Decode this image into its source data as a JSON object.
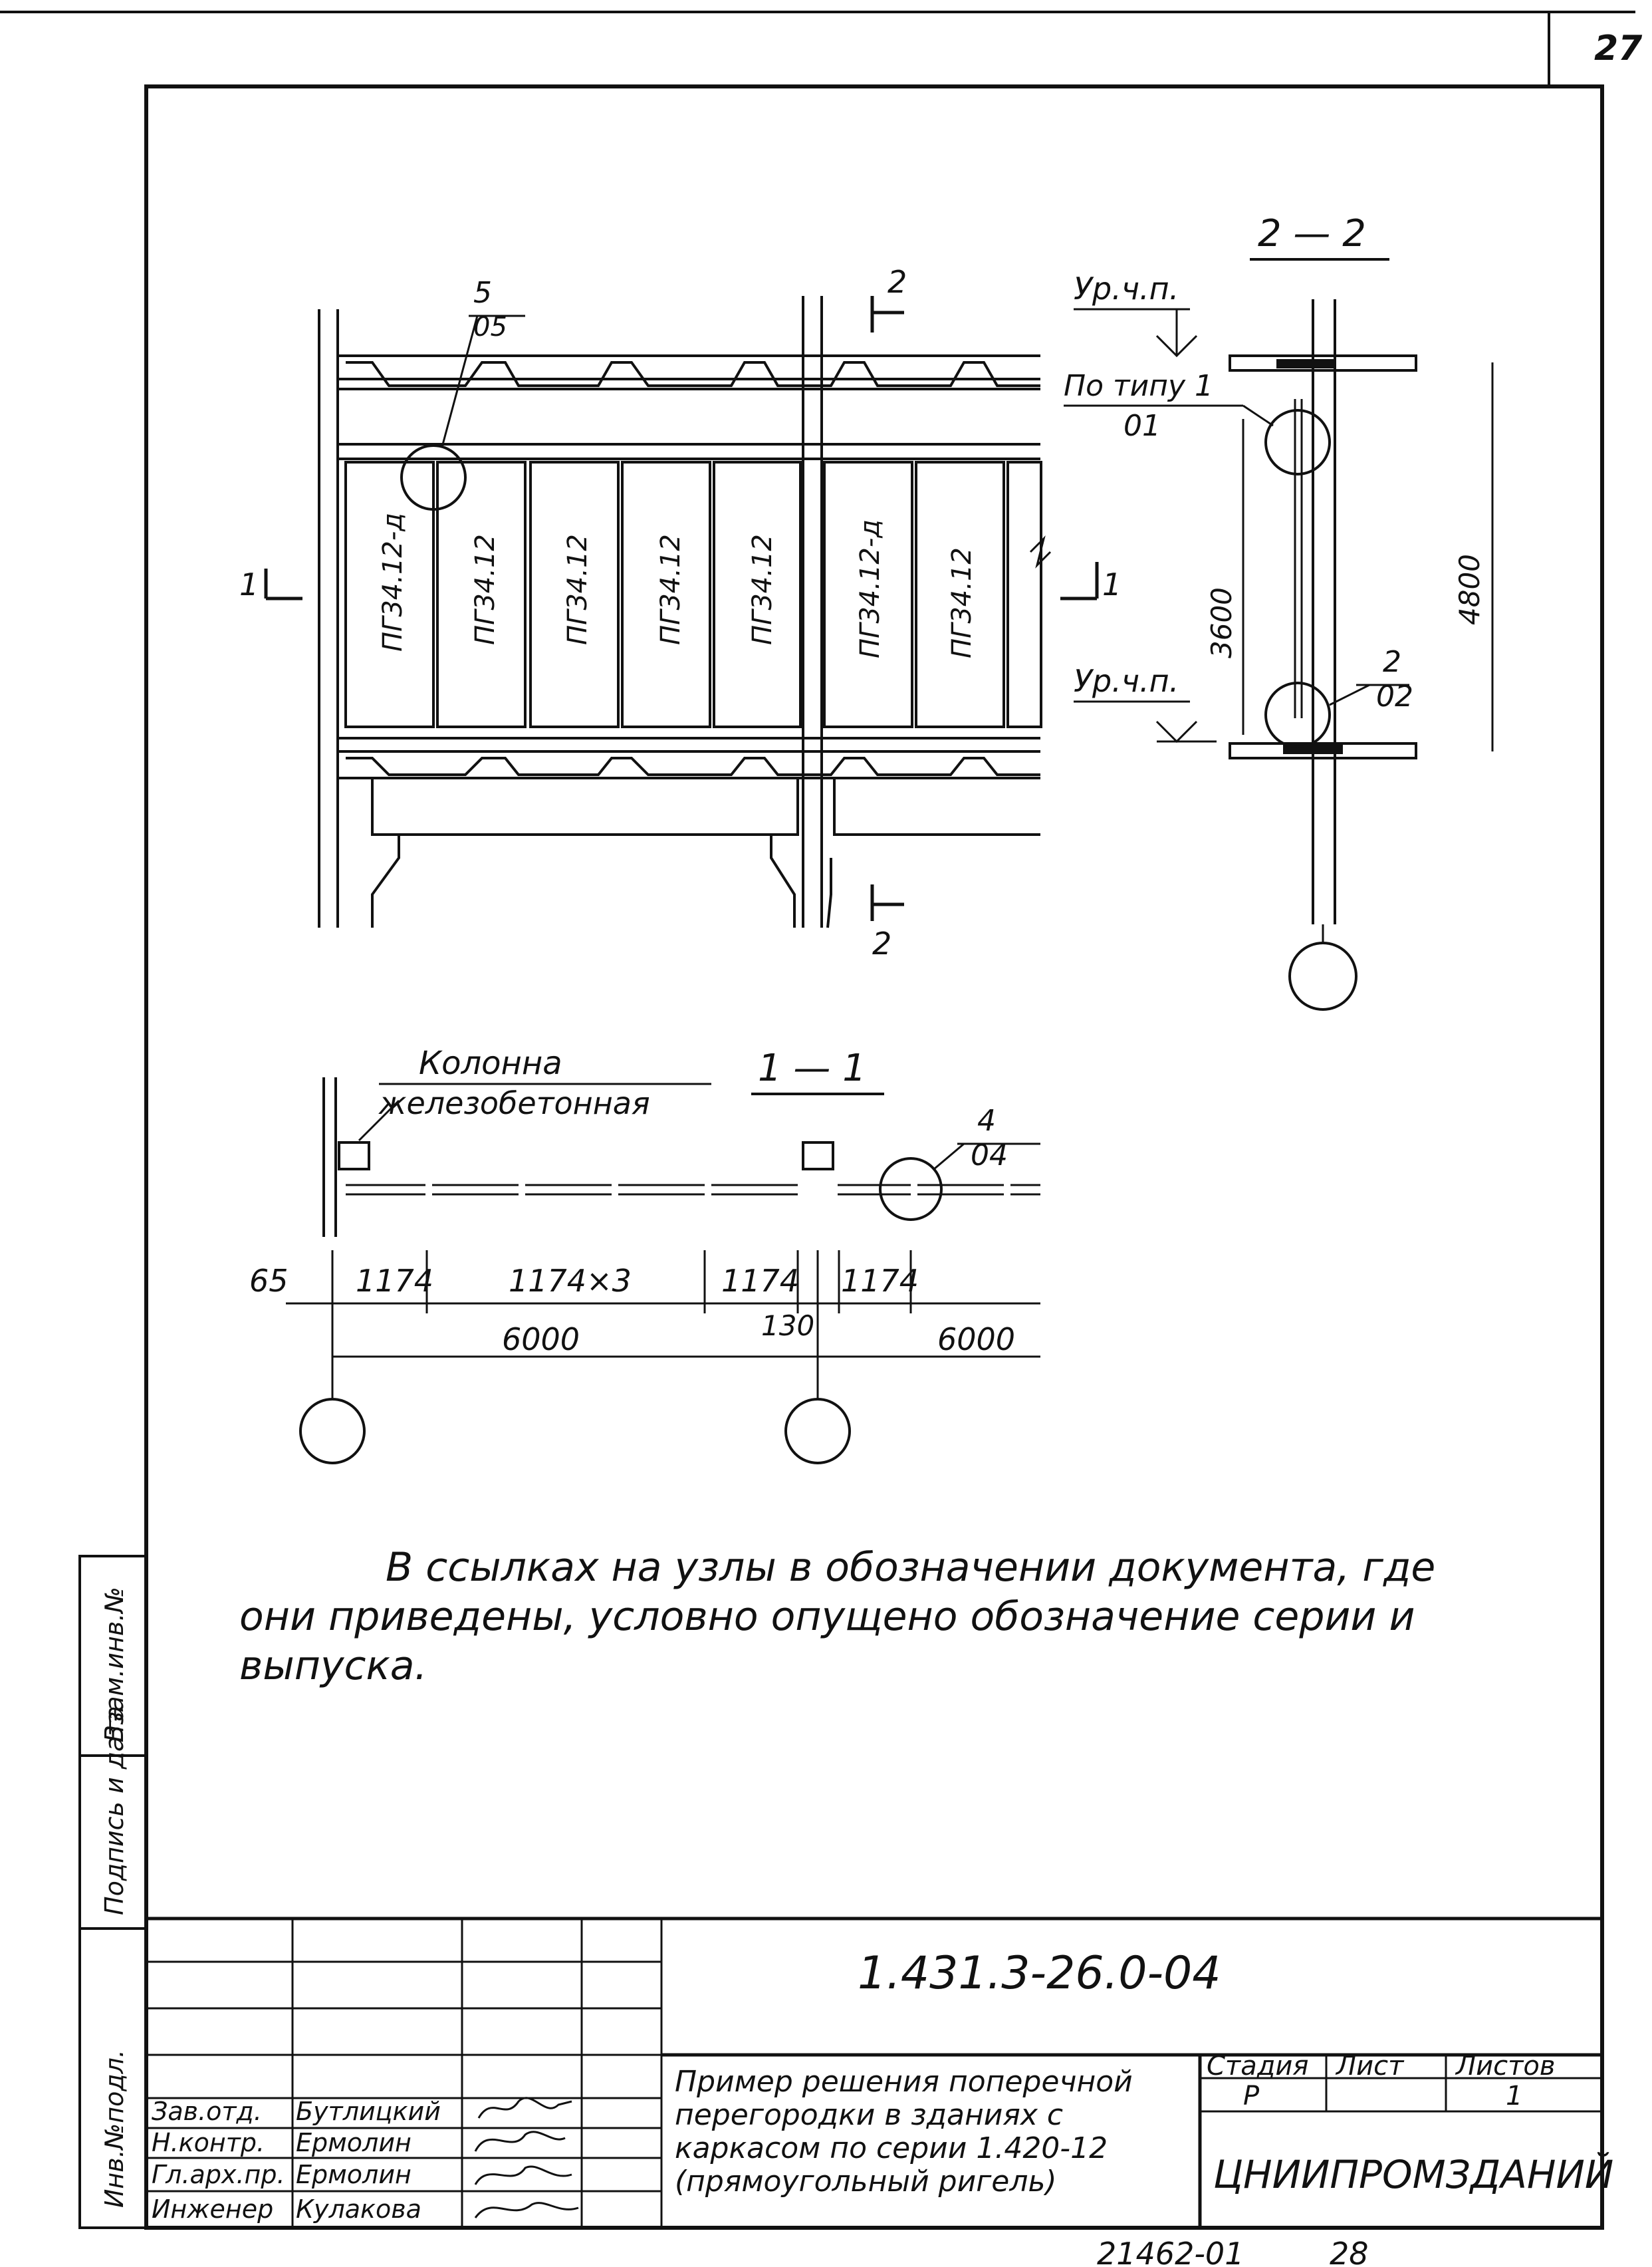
{
  "sheet": {
    "page_number": "27",
    "bottom_code": "21462-01",
    "bottom_page": "28"
  },
  "drawing": {
    "section_2_label": "2 — 2",
    "section_1_label": "1 — 1",
    "cut_mark_2": "2",
    "cut_mark_1": "1",
    "level_label_top": "Ур.ч.п.",
    "level_label_bottom": "Ур.ч.п.",
    "ref_type": "По типу 1",
    "ref_type_sheet": "01",
    "ref_2_num": "2",
    "ref_2_sheet": "02",
    "ref_5_num": "5",
    "ref_5_sheet": "05",
    "ref_4_num": "4",
    "ref_4_sheet": "04",
    "dim_3600": "3600",
    "dim_4800": "4800",
    "panels": [
      "ПГ34.12-д",
      "ПГ34.12",
      "ПГ34.12",
      "ПГ34.12",
      "ПГ34.12",
      "ПГ34.12-д",
      "ПГ34.12"
    ],
    "column_label_1": "Колонна",
    "column_label_2": "железобетонная",
    "dims": {
      "d65": "65",
      "d1174a": "1174",
      "d1174x3": "1174×3",
      "d1174b": "1174",
      "d1174c": "1174",
      "d130": "130",
      "d6000a": "6000",
      "d6000b": "6000"
    }
  },
  "note": {
    "line1": "В ссылках на узлы в обозначении документа, где",
    "line2": "они приведены, условно опущено обозначение серии и",
    "line3": "выпуска."
  },
  "side_stamp": {
    "vzam": "Взам.инв.№",
    "podpis": "Подпись и дата",
    "inv": "Инв.№подл."
  },
  "title_block": {
    "doc_code": "1.431.3-26.0-04",
    "title_line1": "Пример решения поперечной",
    "title_line2": "перегородки в зданиях с",
    "title_line3": "каркасом по серии 1.420-12",
    "title_line4": "(прямоугольный ригель)",
    "stage_header": "Стадия",
    "sheet_header": "Лист",
    "sheets_header": "Листов",
    "stage_value": "Р",
    "sheet_value": "",
    "sheets_value": "1",
    "organization": "ЦНИИПРОМЗДАНИЙ",
    "signatures": [
      {
        "role": "Зав.отд.",
        "name": "Бутлицкий"
      },
      {
        "role": "Н.контр.",
        "name": "Ермолин"
      },
      {
        "role": "Гл.арх.пр.",
        "name": "Ермолин"
      },
      {
        "role": "Инженер",
        "name": "Кулакова"
      }
    ]
  }
}
